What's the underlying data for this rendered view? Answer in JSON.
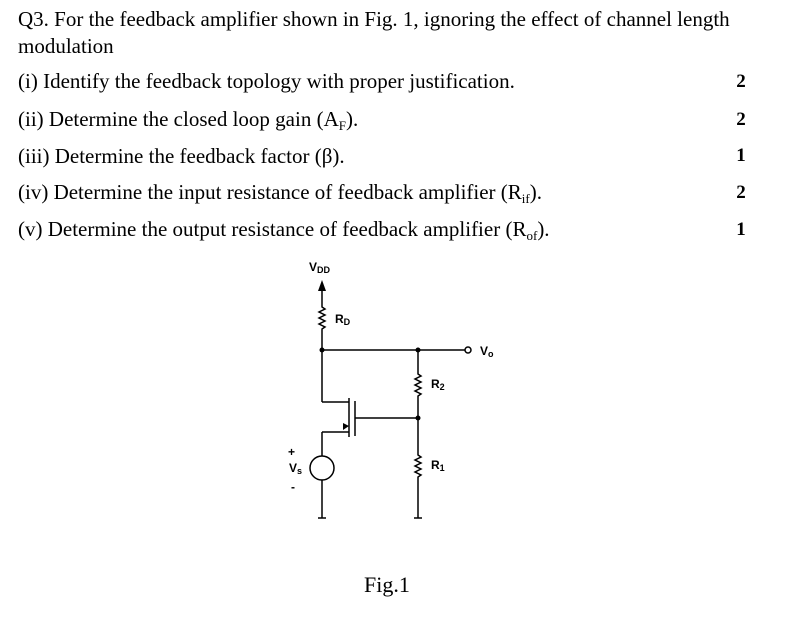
{
  "question": {
    "text": "Q3. For the feedback amplifier shown in Fig. 1, ignoring the effect of channel length modulation"
  },
  "items": [
    {
      "pre": "(i) Identify the feedback topology with proper justification.",
      "sub": "",
      "post": "",
      "marks": "2"
    },
    {
      "pre": "(ii) Determine the closed loop gain (A",
      "sub": "F",
      "post": ").",
      "marks": "2"
    },
    {
      "pre": "(iii) Determine the feedback factor (β).",
      "sub": "",
      "post": "",
      "marks": "1"
    },
    {
      "pre": "(iv) Determine the input resistance of feedback amplifier (R",
      "sub": "if",
      "post": ").",
      "marks": "2"
    },
    {
      "pre": "(v) Determine the output resistance of feedback amplifier (R",
      "sub": "of",
      "post": ").",
      "marks": "1"
    }
  ],
  "circuit": {
    "vdd": {
      "main": "V",
      "sub": "DD"
    },
    "rd": {
      "main": "R",
      "sub": "D"
    },
    "vo": {
      "main": "V",
      "sub": "o"
    },
    "r2": {
      "main": "R",
      "sub": "2"
    },
    "r1": {
      "main": "R",
      "sub": "1"
    },
    "vs": {
      "main": "V",
      "sub": "s"
    },
    "plus": "+",
    "minus": "-"
  },
  "figure": {
    "caption": "Fig.1"
  }
}
